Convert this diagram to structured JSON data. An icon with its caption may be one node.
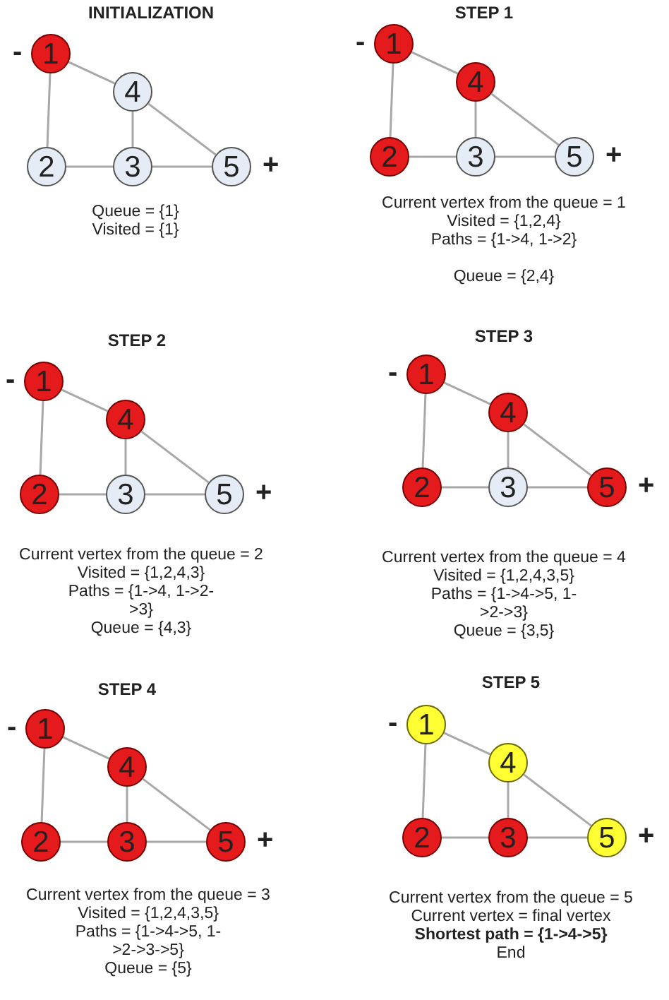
{
  "diagram": {
    "nodes": [
      {
        "text": [
          "1"
        ],
        "beside": [
          "-"
        ]
      },
      {
        "text": [
          "4"
        ]
      },
      {
        "text": [
          "2"
        ]
      },
      {
        "text": [
          "3"
        ]
      },
      {
        "text": [
          "5"
        ],
        "beside": [
          "+"
        ]
      },
      {
        "text": [
          "1"
        ],
        "beside": [
          "-"
        ]
      },
      {
        "text": [
          "4"
        ]
      },
      {
        "text": [
          "2"
        ]
      },
      {
        "text": [
          "3"
        ]
      },
      {
        "text": [
          "5"
        ],
        "beside": [
          "+"
        ]
      },
      {
        "text": [
          "1"
        ],
        "beside": [
          "-"
        ]
      },
      {
        "text": [
          "4"
        ]
      },
      {
        "text": [
          "2"
        ]
      },
      {
        "text": [
          "3"
        ]
      },
      {
        "text": [
          "5"
        ],
        "beside": [
          "+"
        ]
      },
      {
        "text": [
          "1"
        ],
        "beside": [
          "-"
        ]
      },
      {
        "text": [
          "4"
        ]
      },
      {
        "text": [
          "2"
        ]
      },
      {
        "text": [
          "3"
        ]
      },
      {
        "text": [
          "5"
        ],
        "beside": [
          "+"
        ]
      },
      {
        "text": [
          "1"
        ],
        "beside": [
          "-"
        ]
      },
      {
        "text": [
          "4"
        ]
      },
      {
        "text": [
          "2"
        ]
      },
      {
        "text": [
          "3"
        ]
      },
      {
        "text": [
          "5"
        ],
        "beside": [
          "+"
        ]
      },
      {
        "text": [
          "1"
        ],
        "beside": [
          "-"
        ]
      },
      {
        "text": [
          "4"
        ]
      },
      {
        "text": [
          "2"
        ]
      },
      {
        "text": [
          "3"
        ]
      },
      {
        "text": [
          "5"
        ],
        "beside": [
          "+"
        ]
      }
    ],
    "edges": [
      {
        "from": 0,
        "to": 2,
        "arrow": "none"
      },
      {
        "from": 0,
        "to": 1,
        "arrow": "none"
      },
      {
        "from": 1,
        "to": 3,
        "arrow": "none"
      },
      {
        "from": 1,
        "to": 4,
        "arrow": "none"
      },
      {
        "from": 2,
        "to": 3,
        "arrow": "none"
      },
      {
        "from": 3,
        "to": 4,
        "arrow": "none"
      },
      {
        "from": 5,
        "to": 7,
        "arrow": "none"
      },
      {
        "from": 5,
        "to": 6,
        "arrow": "none"
      },
      {
        "from": 6,
        "to": 8,
        "arrow": "none"
      },
      {
        "from": 6,
        "to": 9,
        "arrow": "none"
      },
      {
        "from": 7,
        "to": 8,
        "arrow": "none"
      },
      {
        "from": 8,
        "to": 9,
        "arrow": "none"
      },
      {
        "from": 10,
        "to": 12,
        "arrow": "none"
      },
      {
        "from": 10,
        "to": 11,
        "arrow": "none"
      },
      {
        "from": 11,
        "to": 13,
        "arrow": "none"
      },
      {
        "from": 11,
        "to": 14,
        "arrow": "none"
      },
      {
        "from": 12,
        "to": 13,
        "arrow": "none"
      },
      {
        "from": 13,
        "to": 14,
        "arrow": "none"
      },
      {
        "from": 15,
        "to": 17,
        "arrow": "none"
      },
      {
        "from": 15,
        "to": 16,
        "arrow": "none"
      },
      {
        "from": 16,
        "to": 18,
        "arrow": "none"
      },
      {
        "from": 16,
        "to": 19,
        "arrow": "none"
      },
      {
        "from": 17,
        "to": 18,
        "arrow": "none"
      },
      {
        "from": 18,
        "to": 19,
        "arrow": "none"
      },
      {
        "from": 20,
        "to": 22,
        "arrow": "none"
      },
      {
        "from": 20,
        "to": 21,
        "arrow": "none"
      },
      {
        "from": 21,
        "to": 23,
        "arrow": "none"
      },
      {
        "from": 21,
        "to": 24,
        "arrow": "none"
      },
      {
        "from": 22,
        "to": 23,
        "arrow": "none"
      },
      {
        "from": 23,
        "to": 24,
        "arrow": "none"
      },
      {
        "from": 25,
        "to": 27,
        "arrow": "none"
      },
      {
        "from": 25,
        "to": 26,
        "arrow": "none"
      },
      {
        "from": 26,
        "to": 28,
        "arrow": "none"
      },
      {
        "from": 26,
        "to": 29,
        "arrow": "none"
      },
      {
        "from": 27,
        "to": 28,
        "arrow": "none"
      },
      {
        "from": 28,
        "to": 29,
        "arrow": "none"
      }
    ],
    "labels": [
      "INITIALIZATION",
      "Queue = {1}",
      "Visited = {1}",
      "STEP 1",
      "Current vertex from the queue = 1",
      "Visited = {1,2,4}",
      "Paths = {1->4, 1->2}",
      "Queue = {2,4}",
      "STEP 2",
      "Current vertex from the queue = 2",
      "Visited = {1,2,4,3}",
      "Paths = {1->4, 1->2->3}",
      "Queue = {4,3}",
      "STEP 3",
      "Current vertex from the queue = 4",
      "Visited = {1,2,4,3,5}",
      "Paths = {1->4->5, 1->2->3}",
      "Queue = {3,5}",
      "STEP 4",
      "Current vertex from the queue = 3",
      "Visited = {1,2,4,3,5}",
      "Paths = {1->4->5, 1->2->3->5}",
      "Queue = {5}",
      "STEP 5",
      "Current vertex from the queue = 5",
      "Current vertex = final vertex",
      "Shortest path = {1->4->5}",
      "End"
    ]
  }
}
